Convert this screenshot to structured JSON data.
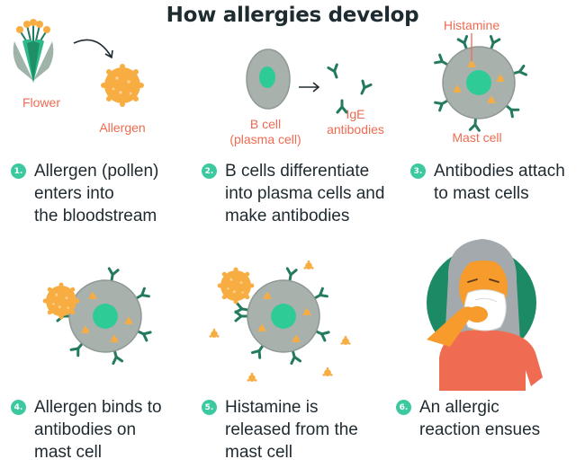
{
  "title": "How allergies develop",
  "labels": {
    "flower": "Flower",
    "allergen": "Allergen",
    "b_cell": "B cell\n(plasma cell)",
    "ige": "IgE\nantibodies",
    "histamine": "Histamine",
    "mast_cell": "Mast cell"
  },
  "steps": [
    {
      "num": "1.",
      "text": "Allergen (pollen)\nenters into\nthe bloodstream"
    },
    {
      "num": "2.",
      "text": "B cells differentiate\ninto plasma cells and\nmake antibodies"
    },
    {
      "num": "3.",
      "text": "Antibodies attach\nto mast cells"
    },
    {
      "num": "4.",
      "text": "Allergen binds to\nantibodies on\nmast cell"
    },
    {
      "num": "5.",
      "text": "Histamine is\nreleased from the\nmast cell"
    },
    {
      "num": "6.",
      "text": "An allergic\nreaction ensues"
    }
  ],
  "colors": {
    "accent_green": "#3cc9a0",
    "cell_gray": "#a9b1ad",
    "cell_border": "#8e9894",
    "nucleus": "#2fcb97",
    "antibody": "#247a5e",
    "pollen": "#f8ad42",
    "label_orange": "#ef6b52",
    "skin": "#f79b2c",
    "shirt": "#ef6b52",
    "hair": "#a4a9ad",
    "circle_bg": "#1c8a64"
  }
}
